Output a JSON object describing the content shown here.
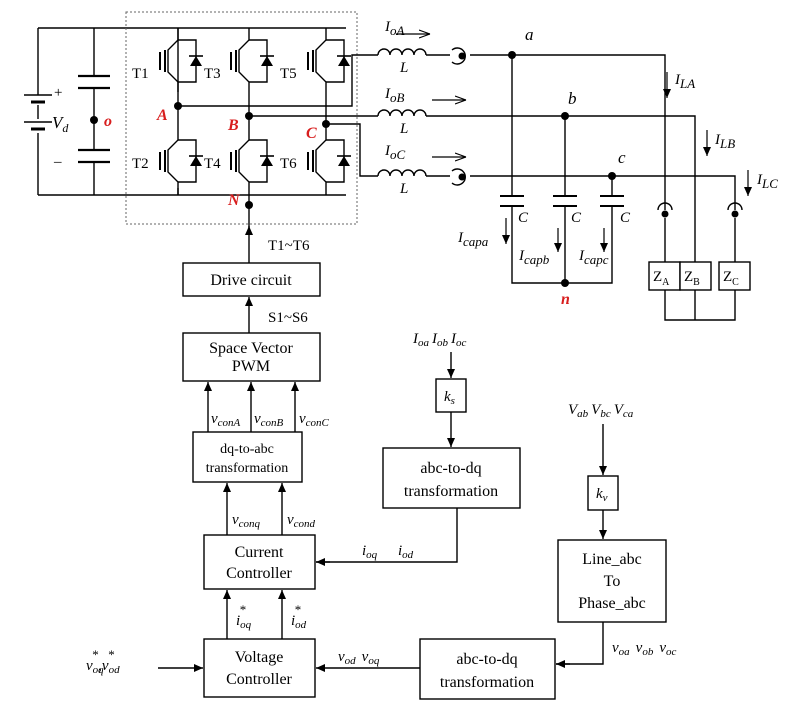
{
  "nodes": {
    "A": "A",
    "B": "B",
    "C": "C",
    "N": "N",
    "n": "n",
    "o": "o",
    "a": "a",
    "b": "b",
    "c": "c"
  },
  "source": {
    "plus": "+",
    "minus": "–",
    "vd_main": "V",
    "vd_sub": "d"
  },
  "switches": {
    "t1": "T1",
    "t2": "T2",
    "t3": "T3",
    "t4": "T4",
    "t5": "T5",
    "t6": "T6"
  },
  "phase_currents": {
    "ioa_main": "I",
    "ioa_sub": "oA",
    "iob_main": "I",
    "iob_sub": "oB",
    "ioc_main": "I",
    "ioc_sub": "oC",
    "inductor": "L"
  },
  "load_currents": {
    "ila_main": "I",
    "ila_sub": "LA",
    "ilb_main": "I",
    "ilb_sub": "LB",
    "ilc_main": "I",
    "ilc_sub": "LC"
  },
  "capacitors": {
    "c_label": "C",
    "icapa_main": "I",
    "icapa_sub": "capa",
    "icapb_main": "I",
    "icapb_sub": "capb",
    "icapc_main": "I",
    "icapc_sub": "capc"
  },
  "loads": {
    "za": "Z",
    "za_sub": "A",
    "zb": "Z",
    "zb_sub": "B",
    "zc": "Z",
    "zc_sub": "C"
  },
  "blocks": {
    "drive": "Drive circuit",
    "svpwm_1": "Space Vector",
    "svpwm_2": "PWM",
    "dq2abc_1": "dq-to-abc",
    "dq2abc_2": "transformation",
    "abc2dq_top_1": "abc-to-dq",
    "abc2dq_top_2": "transformation",
    "cc_1": "Current",
    "cc_2": "Controller",
    "vc_1": "Voltage",
    "vc_2": "Controller",
    "l2p_1": "Line_abc",
    "l2p_2": "To",
    "l2p_3": "Phase_abc",
    "abc2dq_bot_1": "abc-to-dq",
    "abc2dq_bot_2": "transformation",
    "ks": "k",
    "ks_sub": "s",
    "kv": "k",
    "kv_sub": "v"
  },
  "signals": {
    "t1_t6": "T1~T6",
    "s1_s6": "S1~S6",
    "vcona": "conA",
    "vconb": "conB",
    "vconc": "conC",
    "vconq": "conq",
    "vcond": "cond",
    "ioq": "oq",
    "iod": "od",
    "ioq_ref": "oq",
    "iod_ref": "od",
    "vod": "od",
    "voq": "oq",
    "voa": "oa",
    "vob": "ob",
    "voc": "oc",
    "ioa_in": "oa",
    "iob_in": "ob",
    "ioc_in": "oc",
    "vab": "ab",
    "vbc": "bc",
    "vca": "ca",
    "ref_input_1": "oq",
    "ref_input_2": "od",
    "v": "v",
    "i": "i",
    "V": "V",
    "I": "I",
    "star": "*",
    "comma": ","
  }
}
